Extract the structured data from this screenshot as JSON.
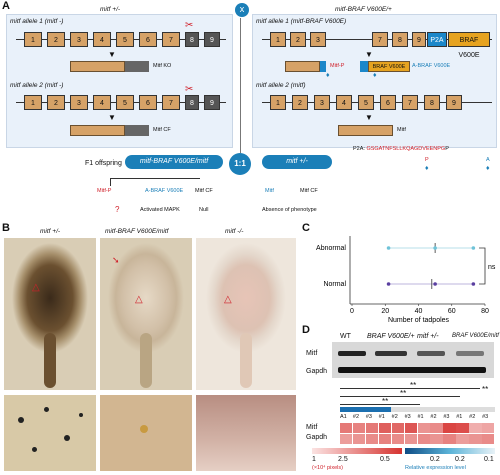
{
  "panel_a": {
    "label": "A",
    "left_title": "mitf +/-",
    "right_title": "mitf-BRAF V600E/+",
    "allele1_left": "mitf allele 1 (mitf -)",
    "allele2_left": "mitf allele 2 (mitf -)",
    "allele1_right": "mitf allele 1 (mitf-BRAF V600E)",
    "allele2_right": "mitf allele 2 (mitf)",
    "exons": [
      "1",
      "2",
      "3",
      "4",
      "5",
      "6",
      "7",
      "8",
      "9"
    ],
    "p2a": "P2A",
    "brafv": "BRAF V600E",
    "mitf_ko": "Mitf KO",
    "mitf_cf": "Mitf CF",
    "mitf_p": "Mitf-P",
    "a_braf": "A-BRAF V600E",
    "mitf": "Mitf",
    "cross": "x",
    "ratio": "1:1",
    "f1": "F1 offspring",
    "pill_left": "mitf-BRAF V600E/mitf",
    "pill_right": "mitf +/-",
    "out1_a": "Mitf-P",
    "out1_b": "A-BRAF V600E",
    "out1_c": "Mitf CF",
    "q": "?",
    "activated": "Activated MAPK",
    "null": "Null",
    "out2_a": "Mitf",
    "out2_b": "Mitf CF",
    "absence": "Absence of phenotype",
    "seq_prefix": "P2A: ",
    "seq_red": "GSGATNFSLLKQAGDVEENPG",
    "seq_tail": "P",
    "seq_p": "P",
    "seq_a": "A"
  },
  "panel_b": {
    "label": "B",
    "titles": [
      "mitf +/-",
      "mitf-BRAF V600E/mitf",
      "mitf -/-"
    ]
  },
  "panel_c": {
    "label": "C",
    "ns": "ns"
  },
  "panel_d": {
    "label": "D",
    "blot_cols": [
      "WT",
      "BRAF V600E/+",
      "mitf +/-",
      "BRAF V600E/mitf"
    ],
    "blot_rows": [
      "Mitf",
      "Gapdh"
    ],
    "sig": [
      "**",
      "**",
      "**",
      "**"
    ],
    "hm_rows": [
      "Mitf",
      "Gapdh"
    ],
    "hm_cols": [
      "A1",
      "#2",
      "#3",
      "#1",
      "#2",
      "#3",
      "#1",
      "#2",
      "#3",
      "#1",
      "#2",
      "#3"
    ],
    "scale_ticks": [
      "1",
      "2.5",
      "0.5"
    ],
    "scale_unit": "(×10⁴ pixels)",
    "rel_ticks": [
      "0.2",
      "0.2",
      "0.1"
    ],
    "rel_label": "Relative expression level",
    "hm_mitf": [
      0.6,
      0.55,
      0.6,
      0.75,
      0.7,
      0.8,
      0.45,
      0.5,
      0.9,
      0.85,
      0.3,
      0.35
    ],
    "hm_gapdh": [
      0.4,
      0.45,
      0.5,
      0.55,
      0.5,
      0.45,
      0.5,
      0.45,
      0.55,
      0.4,
      0.45,
      0.5
    ]
  },
  "chart_data": {
    "type": "scatter",
    "categories": [
      "Abnormal",
      "Normal"
    ],
    "xlabel": "Number of tadpoles",
    "xlim": [
      0,
      80
    ],
    "xticks": [
      "0",
      "20",
      "40",
      "60",
      "80"
    ],
    "series": [
      {
        "category": "Abnormal",
        "values": [
          22,
          50,
          73
        ],
        "mean": 50
      },
      {
        "category": "Normal",
        "values": [
          22,
          50,
          73
        ],
        "mean": 48
      }
    ],
    "annotation": "ns",
    "colors": {
      "abnormal": "#6fc3d8",
      "normal": "#5a3fa0"
    }
  }
}
